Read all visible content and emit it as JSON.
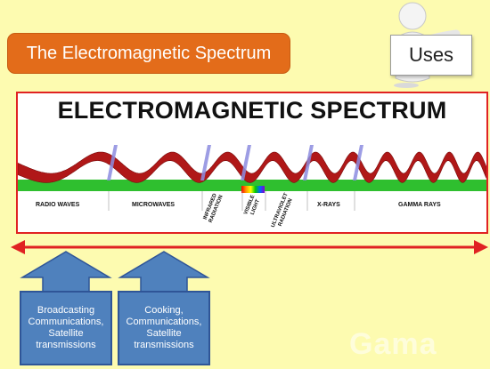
{
  "slide": {
    "title": "The Electromagnetic Spectrum",
    "uses_sign": "Uses",
    "watermark": "Gama"
  },
  "spectrum": {
    "heading": "ELECTROMAGNETIC SPECTRUM",
    "bands": [
      {
        "label": "RADIO WAVES"
      },
      {
        "label": "MICROWAVES"
      },
      {
        "label": "INFRARED RADIATION"
      },
      {
        "label": "VISIBLE LIGHT"
      },
      {
        "label": "ULTRAVIOLET RADIATION"
      },
      {
        "label": "X-RAYS"
      },
      {
        "label": "GAMMA RAYS"
      }
    ],
    "colors": {
      "wave": "#b01818",
      "ground": "#2fbf2f",
      "divider": "#8c8ce0",
      "frame": "#e02222"
    }
  },
  "uses": [
    {
      "text": "Broadcasting Communications, Satellite transmissions"
    },
    {
      "text": "Cooking, Communications, Satellite transmissions"
    }
  ],
  "colors": {
    "background": "#fdfbb0",
    "title_bg": "#e36c1a",
    "box": "#4f81bd",
    "arrow": "#e02222"
  }
}
